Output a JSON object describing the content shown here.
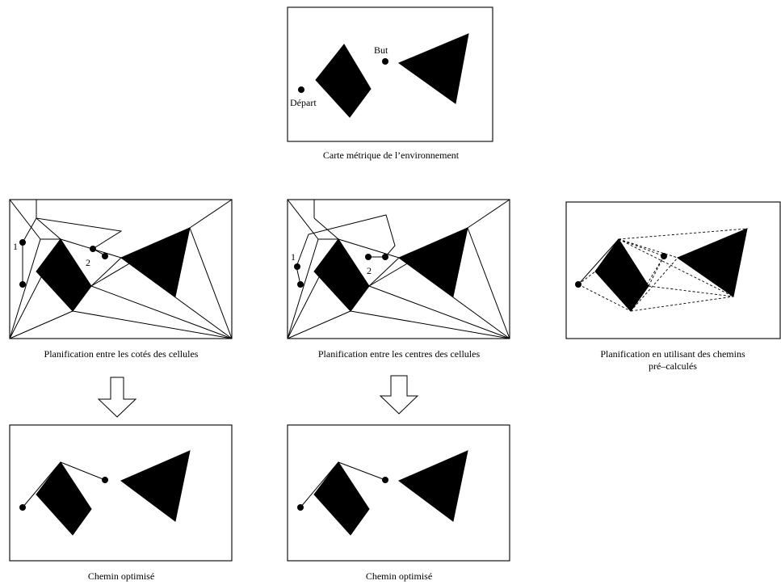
{
  "panels": {
    "map": {
      "caption": "Carte métrique de l’environnement",
      "start_label": "Départ",
      "goal_label": "But"
    },
    "sides": {
      "caption": "Planification entre les cotés des cellules",
      "marker1": "1",
      "marker2": "2"
    },
    "centers": {
      "caption": "Planification entre les centres des cellules",
      "marker1": "1",
      "marker2": "2"
    },
    "precomputed": {
      "caption_line1": "Planification en utilisant des chemins",
      "caption_line2": "pré–calculés"
    },
    "optimized_left": {
      "caption": "Chemin optimisé"
    },
    "optimized_right": {
      "caption": "Chemin optimisé"
    }
  }
}
